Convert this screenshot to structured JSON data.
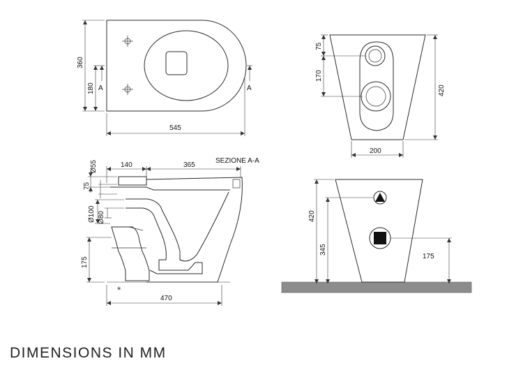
{
  "top_view": {
    "width_label": "545",
    "depth_label": "360",
    "half_depth_label": "180",
    "section_mark_left": "A",
    "section_mark_right": "A"
  },
  "front_view": {
    "upper_label": "75",
    "gap_label": "170",
    "height_label": "420",
    "base_label": "200"
  },
  "section_view": {
    "title": "SEZIONE A-A",
    "dia_top_label": "Ø55",
    "dim_140_label": "140",
    "dim_365_label": "365",
    "dim_75_label": "75",
    "dia_100_label": "Ø100",
    "dia_80_label": "Ø80",
    "dim_175_label": "175",
    "dim_470_label": "470",
    "asterisk": "*"
  },
  "rear_view": {
    "height_label": "420",
    "mid_label": "345",
    "low_label": "175"
  },
  "caption": "DIMENSIONS IN MM"
}
